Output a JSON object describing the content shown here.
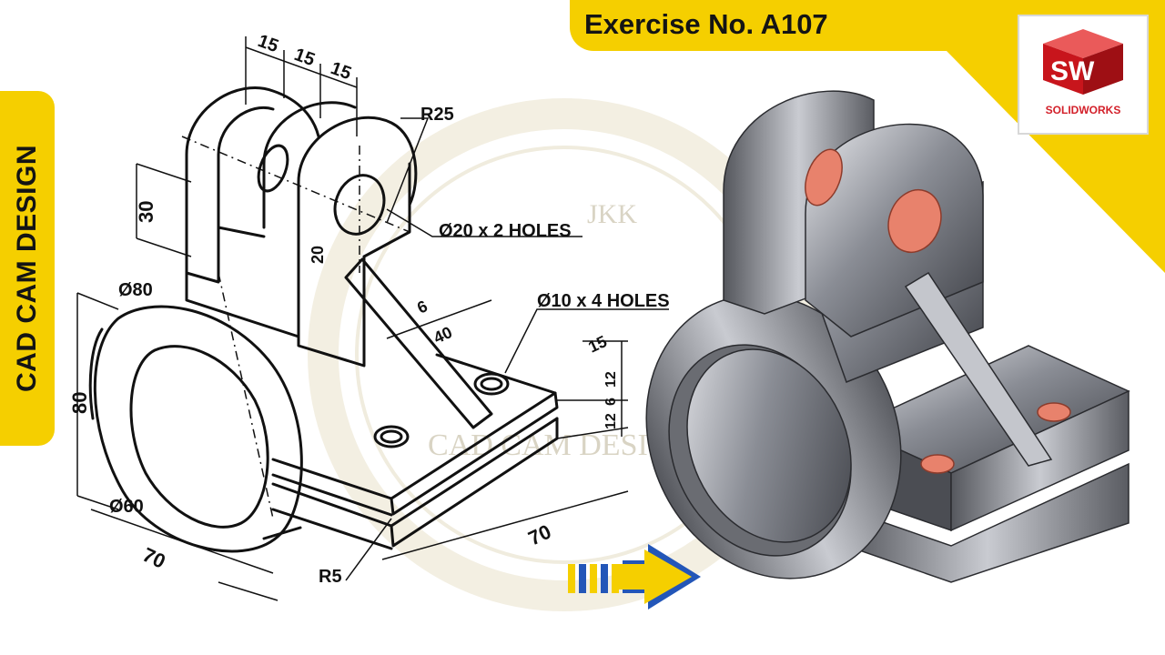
{
  "header": {
    "title": "Exercise No. A107"
  },
  "sidebar": {
    "label": "CAD CAM DESIGN"
  },
  "logo": {
    "letters": "SW",
    "text": "SOLIDWORKS",
    "color": "#d3202a"
  },
  "watermark": {
    "initials": "JKK",
    "name": "CAD CAM DESIGN"
  },
  "accent_color": "#f5cf00",
  "drawing": {
    "dims": {
      "d15a": "15",
      "d15b": "15",
      "d15c": "15",
      "r25": "R25",
      "d30": "30",
      "d20": "20",
      "holes20": "Ø20 x 2 HOLES",
      "holes10": "Ø10 x 4 HOLES",
      "d6": "6",
      "d40": "40",
      "d80dia": "Ø80",
      "d80": "80",
      "d60dia": "Ø60",
      "d70a": "70",
      "d70b": "70",
      "r5": "R5",
      "d15d": "15",
      "d12a": "12",
      "d6b": "6",
      "d12b": "12"
    }
  },
  "render": {
    "body_color": "#8a8d95",
    "hole_color": "#e8826c"
  },
  "arrow_icon": "right-arrow-icon"
}
